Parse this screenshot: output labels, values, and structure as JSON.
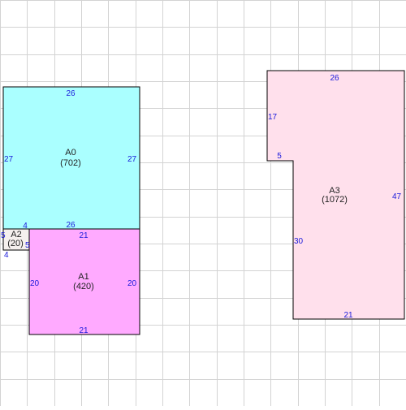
{
  "colors": {
    "background": "#ffffff",
    "grid": "#d3d3d3",
    "outline": "#000000",
    "dimension_text": "#1a1adb"
  },
  "areas": [
    {
      "name": "A0",
      "area": "(702)",
      "fill": "#aaffff",
      "dimensions": [
        "26",
        "27",
        "27",
        "26",
        "4"
      ]
    },
    {
      "name": "A1",
      "area": "(420)",
      "fill": "#ffaaff",
      "dimensions": [
        "21",
        "20",
        "20",
        "21"
      ]
    },
    {
      "name": "A2",
      "area": "(20)",
      "fill": "#f5f0ee",
      "dimensions": [
        "5",
        "4",
        "5"
      ]
    },
    {
      "name": "A3",
      "area": "(1072)",
      "fill": "#ffe0ec",
      "dimensions": [
        "26",
        "17",
        "5",
        "47",
        "30",
        "21"
      ]
    }
  ]
}
